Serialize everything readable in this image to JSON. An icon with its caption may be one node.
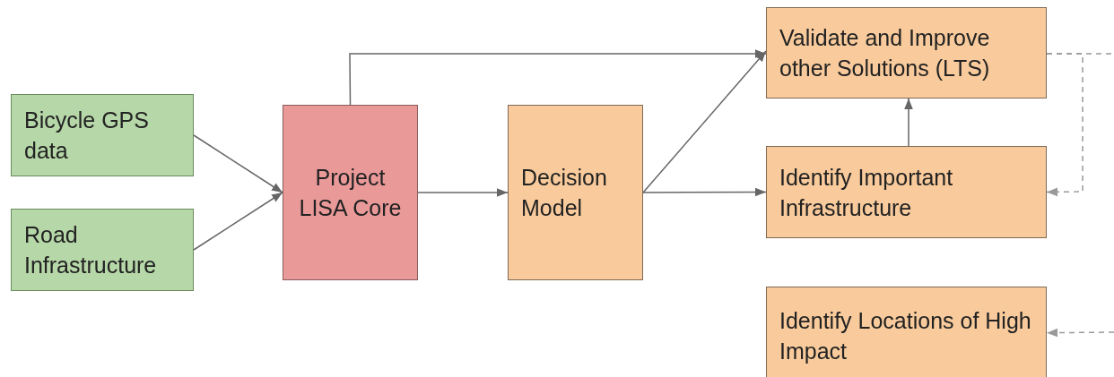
{
  "diagram": {
    "nodes": [
      {
        "text": [
          "Bicycle GPS data"
        ]
      },
      {
        "text": [
          "Road Infrastructure"
        ]
      },
      {
        "text": [
          "Project LISA Core"
        ]
      },
      {
        "text": [
          "Decision Model"
        ]
      },
      {
        "text": [
          "Validate and Improve other Solutions (LTS)"
        ]
      },
      {
        "text": [
          "Identify Important Infrastructure"
        ]
      },
      {
        "text": [
          "Identify Locations of High Impact"
        ]
      }
    ],
    "edges": [
      {
        "from": 0,
        "to": 2,
        "arrow": "to"
      },
      {
        "from": 1,
        "to": 2,
        "arrow": "to"
      },
      {
        "from": 2,
        "to": 4,
        "arrow": "to"
      },
      {
        "from": 2,
        "to": 3,
        "arrow": "to"
      },
      {
        "from": 3,
        "to": 4,
        "arrow": "to"
      },
      {
        "from": 3,
        "to": 5,
        "arrow": "to"
      },
      {
        "from": 5,
        "to": 4,
        "arrow": "to"
      },
      {
        "from": 4,
        "to": 5,
        "arrow": "to",
        "style": "dashed",
        "color": "#999999"
      },
      {
        "from": 4,
        "to": null,
        "arrow": "none",
        "style": "dashed",
        "color": "#999999"
      },
      {
        "from": null,
        "to": 6,
        "arrow": "to",
        "style": "dashed",
        "color": "#999999"
      }
    ]
  }
}
